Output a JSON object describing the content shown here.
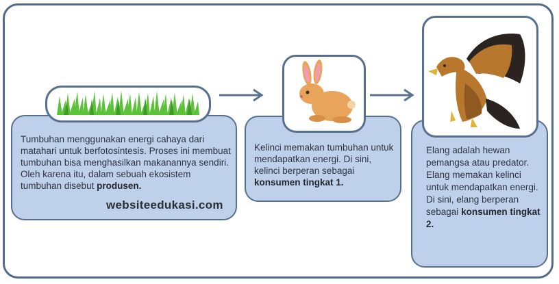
{
  "panels": [
    {
      "id": "grass",
      "icon": "grass-icon",
      "text_plain": "Tumbuhan menggunakan energi cahaya dari matahari untuk berfotosintesis. Proses ini membuat tumbuhan bisa menghasilkan makanannya sendiri. Oleh karena itu, dalam sebuah ekosistem tumbuhan disebut",
      "text_bold": "produsen."
    },
    {
      "id": "rabbit",
      "icon": "rabbit-icon",
      "text_plain": "Kelinci memakan tumbuhan untuk mendapatkan energi. Di sini, kelinci berperan sebagai",
      "text_bold": "konsumen tingkat 1."
    },
    {
      "id": "eagle",
      "icon": "eagle-icon",
      "text_plain": "Elang adalah hewan pemangsa atau predator. Elang memakan kelinci untuk mendapatkan energi. Di sini, elang berperan sebagai",
      "text_bold": "konsumen tingkat 2."
    }
  ],
  "watermark": "websiteedukasi.com",
  "colors": {
    "card_fill": "#bfd0ea",
    "border": "#566f8f",
    "frame": "#4f6a8a",
    "arrow": "#5a728f"
  }
}
